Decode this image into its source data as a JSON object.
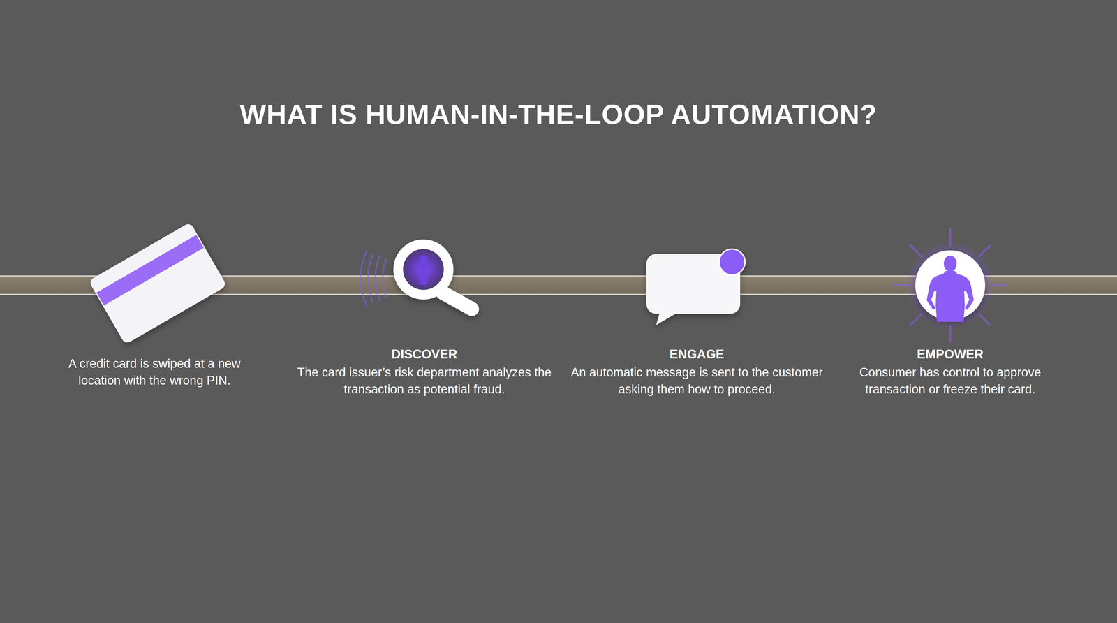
{
  "diagram": {
    "title": "WHAT IS HUMAN-IN-THE-LOOP AUTOMATION?",
    "labels": [
      "A credit card is swiped at a new location with the wrong PIN.",
      "DISCOVER",
      "The card issuer’s risk department analyzes the transaction as potential fraud.",
      "ENGAGE",
      "An automatic message is sent to the customer asking them how to proceed.",
      "EMPOWER",
      "Consumer has control to approve transaction or freeze their card."
    ]
  }
}
